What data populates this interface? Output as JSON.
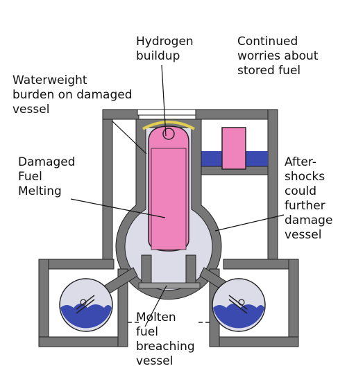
{
  "labels": {
    "hydrogen": "Hydrogen\nbuildup",
    "continued": "Continued\nworries about\nstored fuel",
    "waterweight": "Waterweight\nburden on damaged\nvessel",
    "damaged_fuel": "Damaged\nFuel\nMelting",
    "aftershocks": "After-\nshocks\ncould\nfurther\ndamage\nvessel",
    "molten": "Molten\nfuel\nbreaching\nvessel"
  },
  "colors": {
    "wall_gray": "#777777",
    "wall_light": "#e9e9e9",
    "vessel_fill": "#dcdce8",
    "fuel_pink": "#ef84bd",
    "water_blue": "#3a4aae",
    "lid_yellow": "#e2cf52",
    "outline": "#222222"
  }
}
